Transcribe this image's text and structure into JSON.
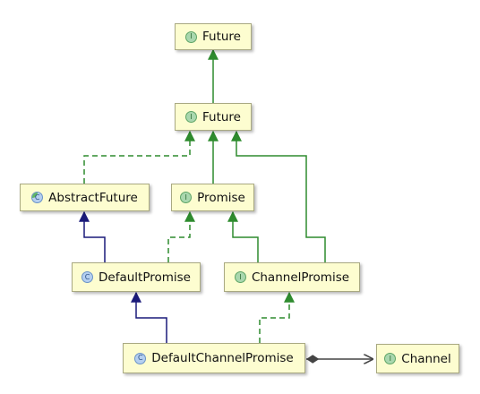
{
  "nodes": {
    "future_top": {
      "label": "Future",
      "kind": "interface",
      "badge": "I"
    },
    "future": {
      "label": "Future",
      "kind": "interface",
      "badge": "I"
    },
    "abstract_future": {
      "label": "AbstractFuture",
      "kind": "abstract",
      "badge": "C"
    },
    "promise": {
      "label": "Promise",
      "kind": "interface",
      "badge": "I"
    },
    "default_promise": {
      "label": "DefaultPromise",
      "kind": "class",
      "badge": "C"
    },
    "channel_promise": {
      "label": "ChannelPromise",
      "kind": "interface",
      "badge": "I"
    },
    "default_channel_promise": {
      "label": "DefaultChannelPromise",
      "kind": "class",
      "badge": "C"
    },
    "channel": {
      "label": "Channel",
      "kind": "interface",
      "badge": "I"
    }
  },
  "colors": {
    "interface_extends": "#2e8b2e",
    "class_extends": "#1a1a7a",
    "association": "#444444"
  }
}
